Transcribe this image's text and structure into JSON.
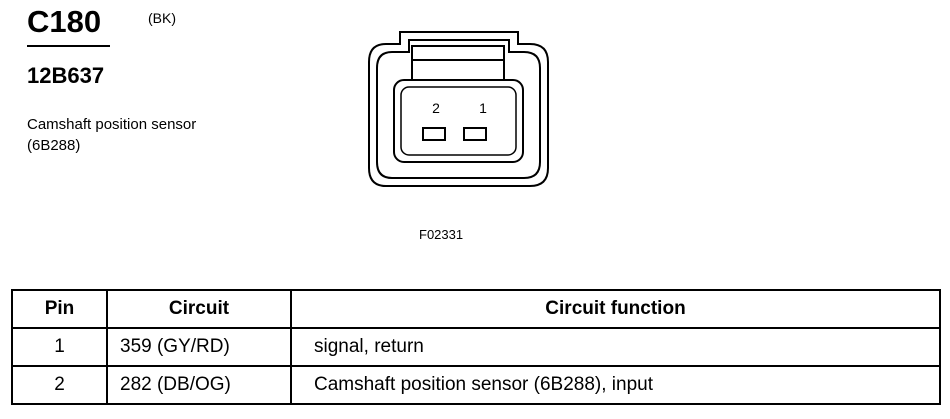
{
  "connector": {
    "id": "C180",
    "color_code": "(BK)",
    "part_number": "12B637",
    "description": "Camshaft position sensor (6B288)",
    "figure_id": "F02331",
    "pin_labels": [
      "2",
      "1"
    ]
  },
  "table": {
    "headers": {
      "pin": "Pin",
      "circuit": "Circuit",
      "function": "Circuit function"
    },
    "rows": [
      {
        "pin": "1",
        "circuit": "359 (GY/RD)",
        "function": "signal, return"
      },
      {
        "pin": "2",
        "circuit": "282 (DB/OG)",
        "function": "Camshaft position sensor (6B288), input"
      }
    ]
  }
}
